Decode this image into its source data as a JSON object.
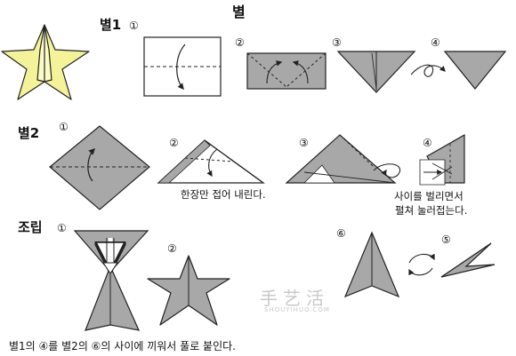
{
  "title": "별",
  "sections": {
    "star1": {
      "label": "별1",
      "steps": [
        "①",
        "②",
        "③",
        "④"
      ]
    },
    "star2": {
      "label": "별2",
      "steps": [
        "①",
        "②",
        "③",
        "④"
      ],
      "note_step2": "한장만 접어 내린다.",
      "note_step4_line1": "사이를 벌리면서",
      "note_step4_line2": "펼쳐 눌러접는다."
    },
    "assembly": {
      "label": "조립",
      "steps": [
        "①",
        "②",
        "⑤",
        "⑥"
      ],
      "caption": "별1의 ④를 별2의 ⑥의 사이에 끼워서 풀로 붙인다."
    }
  },
  "watermark": {
    "main": "手艺活",
    "sub": "SHOUYIHUO.COM"
  },
  "colors": {
    "paper_gray": "#a8a8a8",
    "paper_white": "#ffffff",
    "star_yellow": "#f4f39a",
    "star_yellow_light": "#fbfbc8",
    "outline": "#222222"
  }
}
